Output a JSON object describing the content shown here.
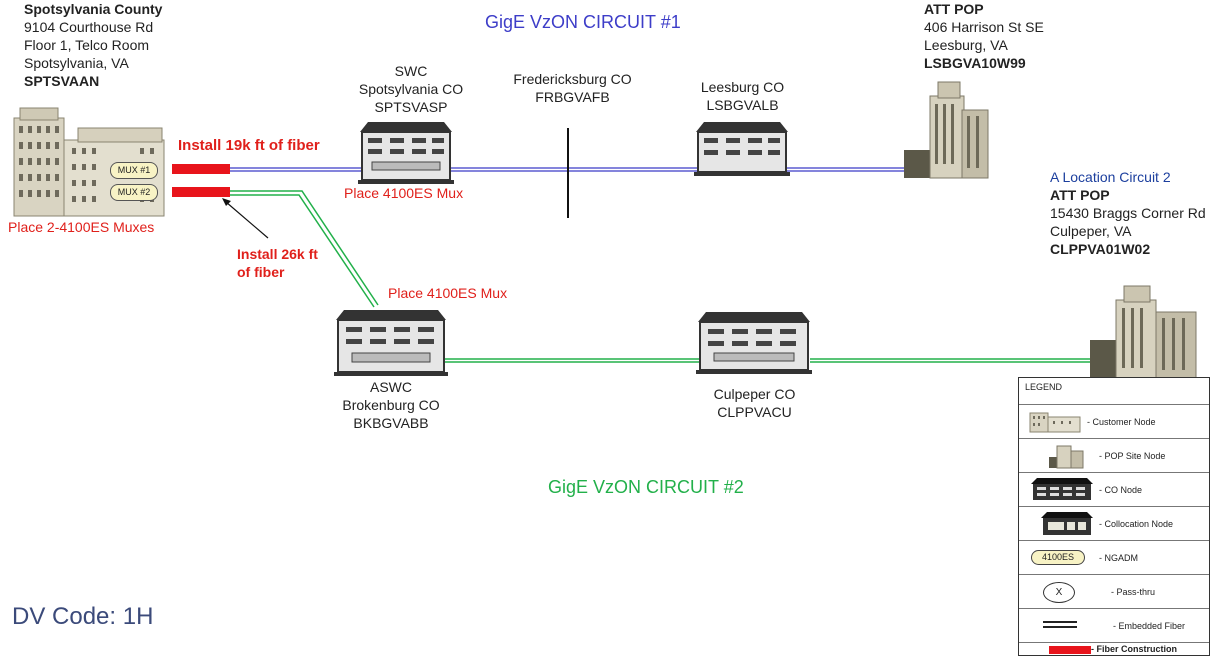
{
  "customer": {
    "name": "Spotsylvania County",
    "address": "9104 Courthouse Rd",
    "floor": "Floor 1, Telco Room",
    "city": "Spotsylvania, VA",
    "clli": "SPTSVAAN",
    "muxes_note": "Place 2-4100ES Muxes",
    "mux1": "MUX #1",
    "mux2": "MUX #2"
  },
  "circuit1": {
    "title": "GigE VzON CIRCUIT #1",
    "color": "#3d3dc8"
  },
  "circuit2": {
    "title": "GigE VzON CIRCUIT #2",
    "color": "#22b04a"
  },
  "fiber1_note": "Install 19k ft of fiber",
  "fiber2_note_line1": "Install 26k ft",
  "fiber2_note_line2": "of fiber",
  "swc": {
    "line1": "SWC",
    "line2": "Spotsylvania CO",
    "line3": "SPTSVASP",
    "note": "Place 4100ES Mux"
  },
  "fredericksburg": {
    "line1": "Fredericksburg CO",
    "line2": "FRBGVAFB"
  },
  "leesburg_co": {
    "line1": "Leesburg CO",
    "line2": "LSBGVALB"
  },
  "att_pop1": {
    "line1": "ATT POP",
    "line2": "406 Harrison St SE",
    "line3": "Leesburg, VA",
    "line4": "LSBGVA10W99"
  },
  "att_pop2": {
    "header": "A Location Circuit 2",
    "line1": "ATT POP",
    "line2": "15430 Braggs Corner Rd",
    "line3": "Culpeper, VA",
    "line4": "CLPPVA01W02"
  },
  "aswc": {
    "line1": "ASWC",
    "line2": "Brokenburg CO",
    "line3": "BKBGVABB",
    "note": "Place 4100ES Mux"
  },
  "culpeper_co": {
    "line1": "Culpeper CO",
    "line2": "CLPPVACU"
  },
  "dv_code": "DV Code:  1H",
  "legend": {
    "title": "LEGEND",
    "items": [
      {
        "icon": "customer-building-icon",
        "label": "- Customer  Node"
      },
      {
        "icon": "pop-building-icon",
        "label": "- POP Site Node"
      },
      {
        "icon": "co-building-icon",
        "label": "- CO Node"
      },
      {
        "icon": "collocation-icon",
        "label": "- Collocation  Node"
      },
      {
        "icon": "ngadm-icon",
        "label": "- NGADM",
        "badge": "4100ES"
      },
      {
        "icon": "pass-thru-icon",
        "label": "- Pass-thru",
        "badge": "X"
      },
      {
        "icon": "embedded-fiber-icon",
        "label": "- Embedded  Fiber"
      },
      {
        "icon": "fiber-construction-icon",
        "label": "- Fiber Construction"
      }
    ]
  }
}
